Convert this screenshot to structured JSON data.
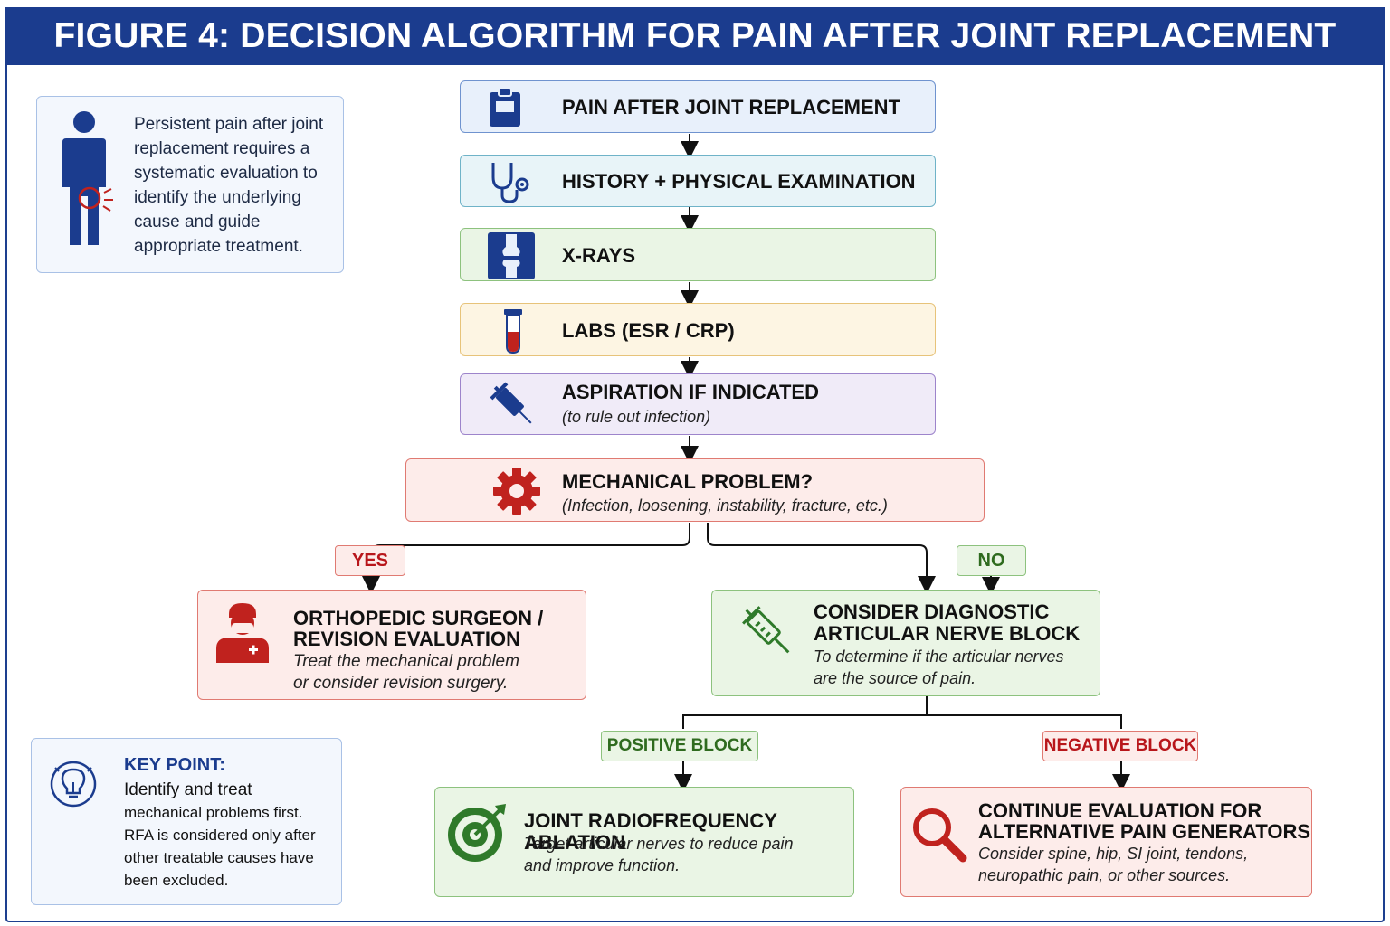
{
  "title": "FIGURE 4: DECISION ALGORITHM FOR PAIN AFTER JOINT REPLACEMENT",
  "intro": {
    "lines": [
      "Persistent pain after joint",
      "replacement requires a",
      "systematic evaluation to",
      "identify the underlying",
      "cause and guide",
      "appropriate treatment."
    ]
  },
  "steps": {
    "pain": "PAIN AFTER JOINT REPLACEMENT",
    "history": "HISTORY + PHYSICAL EXAMINATION",
    "xrays": "X-RAYS",
    "labs": "LABS (ESR / CRP)",
    "aspiration": "ASPIRATION IF INDICATED",
    "aspiration_note": "(to rule out infection)",
    "mechanical": "MECHANICAL PROBLEM?",
    "mechanical_note": "(Infection, loosening, instability, fracture, etc.)"
  },
  "branches": {
    "yes": "YES",
    "no": "NO",
    "positive": "POSITIVE BLOCK",
    "negative": "NEGATIVE BLOCK"
  },
  "ortho": {
    "title1": "ORTHOPEDIC SURGEON /",
    "title2": "REVISION EVALUATION",
    "text1": "Treat the mechanical problem",
    "text2": "or consider revision surgery."
  },
  "nerve_block": {
    "title1": "CONSIDER DIAGNOSTIC",
    "title2": "ARTICULAR NERVE BLOCK",
    "text1": "To determine if the articular nerves",
    "text2": "are the source of pain."
  },
  "rfa": {
    "title": "JOINT RADIOFREQUENCY ABLATION",
    "text1": "Target articular nerves to reduce pain",
    "text2": "and improve function."
  },
  "continue": {
    "title1": "CONTINUE EVALUATION FOR",
    "title2": "ALTERNATIVE PAIN GENERATORS",
    "text1": "Consider spine, hip, SI joint, tendons,",
    "text2": "neuropathic pain, or other sources."
  },
  "key_point": {
    "title": "KEY POINT:",
    "line1": "Identify and treat",
    "lines": [
      "mechanical problems first.",
      "RFA is considered only after",
      "other treatable causes have",
      "been excluded."
    ]
  },
  "colors": {
    "navy": "#1b3c8e",
    "red": "#c0221e",
    "green": "#2f7a2a"
  }
}
